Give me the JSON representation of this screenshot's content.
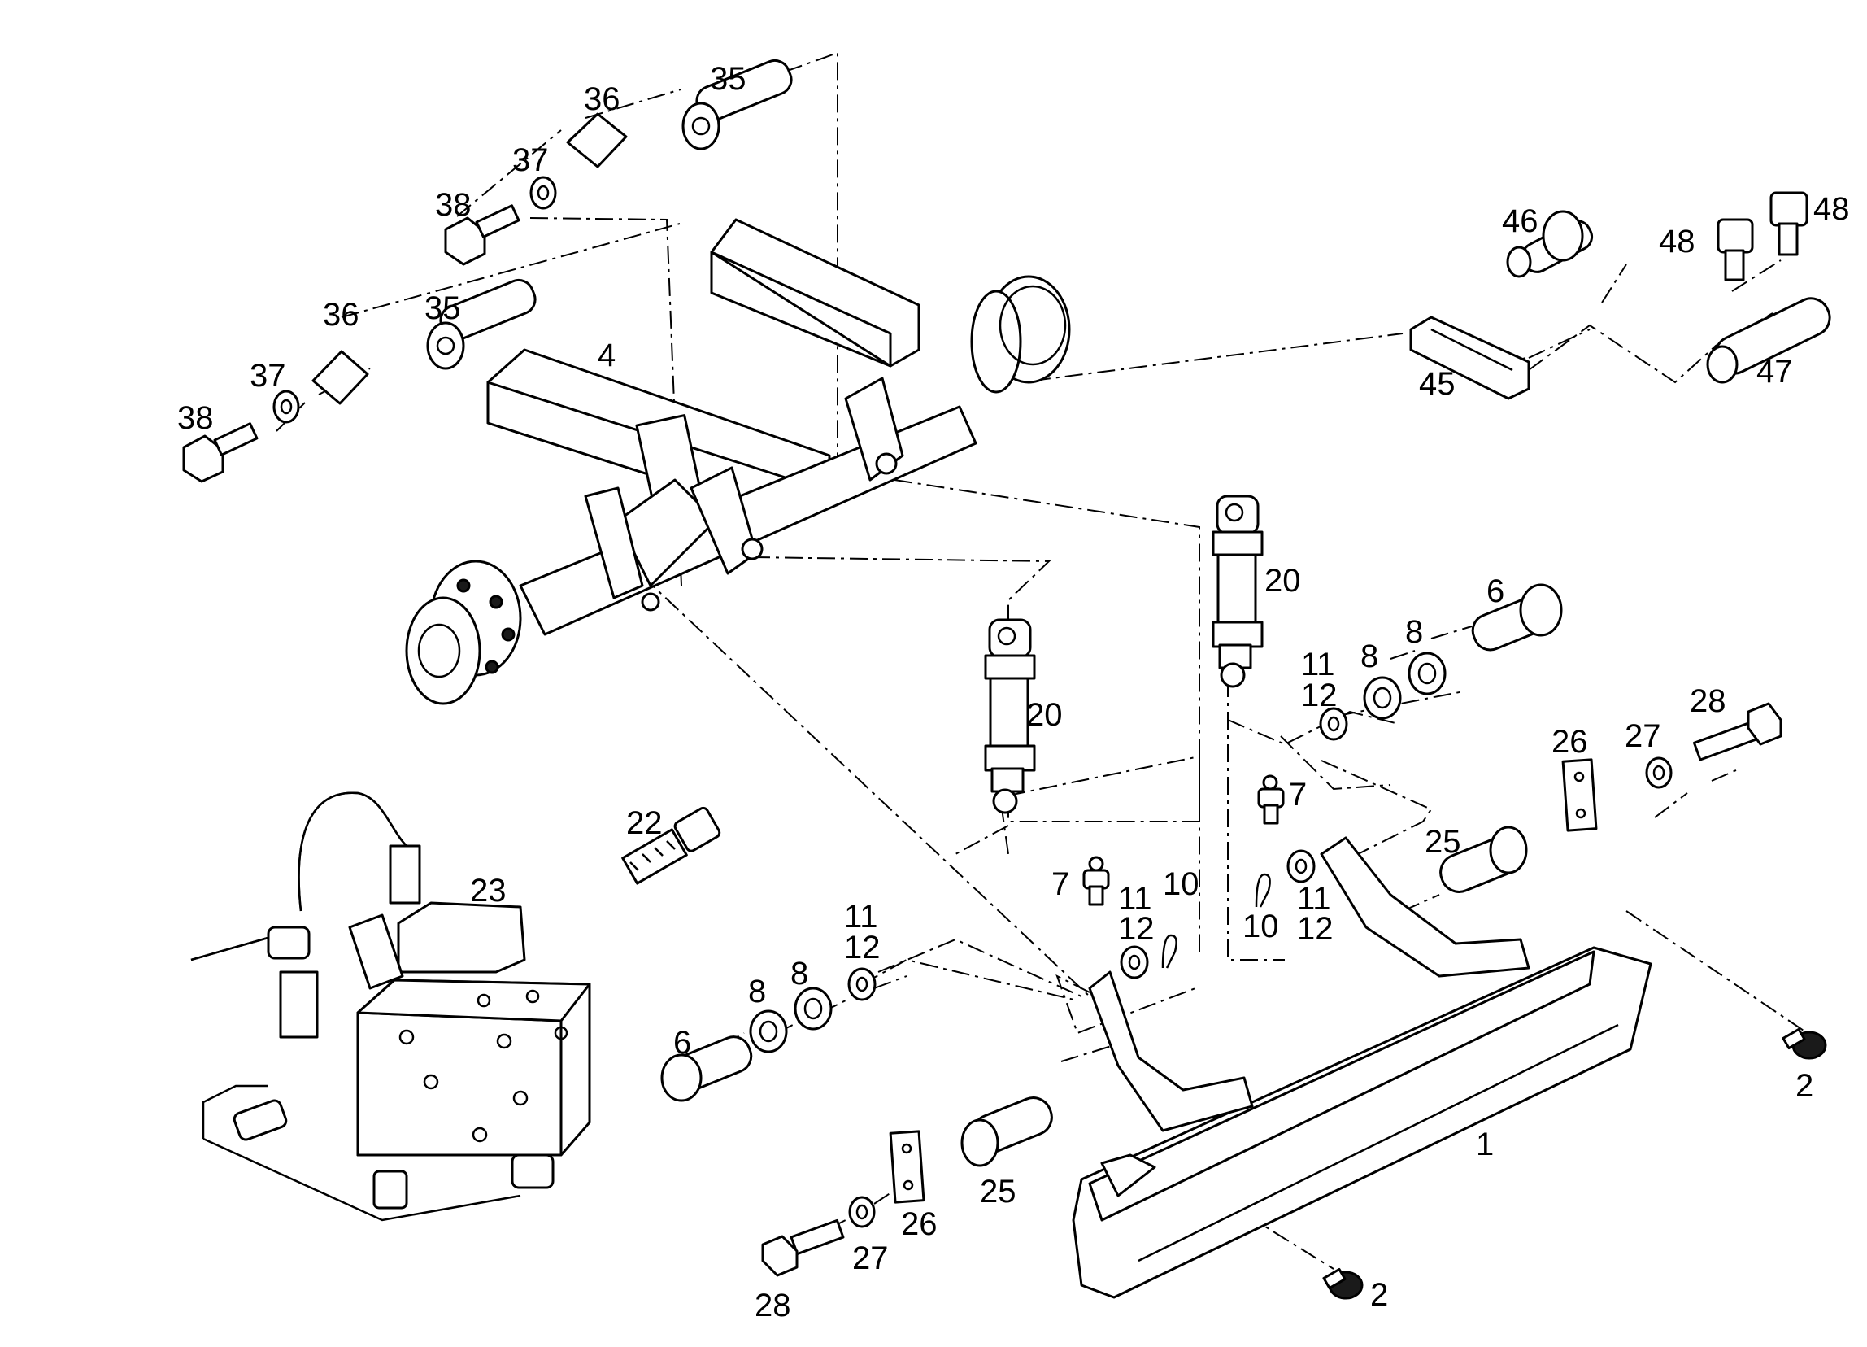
{
  "callouts": [
    {
      "id": "c1",
      "text": "1"
    },
    {
      "id": "c2a",
      "text": "2"
    },
    {
      "id": "c2b",
      "text": "2"
    },
    {
      "id": "c4",
      "text": "4"
    },
    {
      "id": "c6a",
      "text": "6"
    },
    {
      "id": "c6b",
      "text": "6"
    },
    {
      "id": "c7a",
      "text": "7"
    },
    {
      "id": "c7b",
      "text": "7"
    },
    {
      "id": "c8a",
      "text": "8"
    },
    {
      "id": "c8b",
      "text": "8"
    },
    {
      "id": "c8c",
      "text": "8"
    },
    {
      "id": "c8d",
      "text": "8"
    },
    {
      "id": "c10a",
      "text": "10"
    },
    {
      "id": "c10b",
      "text": "10"
    },
    {
      "id": "c11a",
      "text": "11"
    },
    {
      "id": "c11b",
      "text": "11"
    },
    {
      "id": "c11c",
      "text": "11"
    },
    {
      "id": "c11d",
      "text": "11"
    },
    {
      "id": "c12a",
      "text": "12"
    },
    {
      "id": "c12b",
      "text": "12"
    },
    {
      "id": "c12c",
      "text": "12"
    },
    {
      "id": "c12d",
      "text": "12"
    },
    {
      "id": "c20a",
      "text": "20"
    },
    {
      "id": "c20b",
      "text": "20"
    },
    {
      "id": "c22",
      "text": "22"
    },
    {
      "id": "c23",
      "text": "23"
    },
    {
      "id": "c25a",
      "text": "25"
    },
    {
      "id": "c25b",
      "text": "25"
    },
    {
      "id": "c26a",
      "text": "26"
    },
    {
      "id": "c26b",
      "text": "26"
    },
    {
      "id": "c27a",
      "text": "27"
    },
    {
      "id": "c27b",
      "text": "27"
    },
    {
      "id": "c28a",
      "text": "28"
    },
    {
      "id": "c28b",
      "text": "28"
    },
    {
      "id": "c35a",
      "text": "35"
    },
    {
      "id": "c35b",
      "text": "35"
    },
    {
      "id": "c36a",
      "text": "36"
    },
    {
      "id": "c36b",
      "text": "36"
    },
    {
      "id": "c37a",
      "text": "37"
    },
    {
      "id": "c37b",
      "text": "37"
    },
    {
      "id": "c38a",
      "text": "38"
    },
    {
      "id": "c38b",
      "text": "38"
    },
    {
      "id": "c45",
      "text": "45"
    },
    {
      "id": "c46",
      "text": "46"
    },
    {
      "id": "c47",
      "text": "47"
    },
    {
      "id": "c48a",
      "text": "48"
    },
    {
      "id": "c48b",
      "text": "48"
    }
  ]
}
